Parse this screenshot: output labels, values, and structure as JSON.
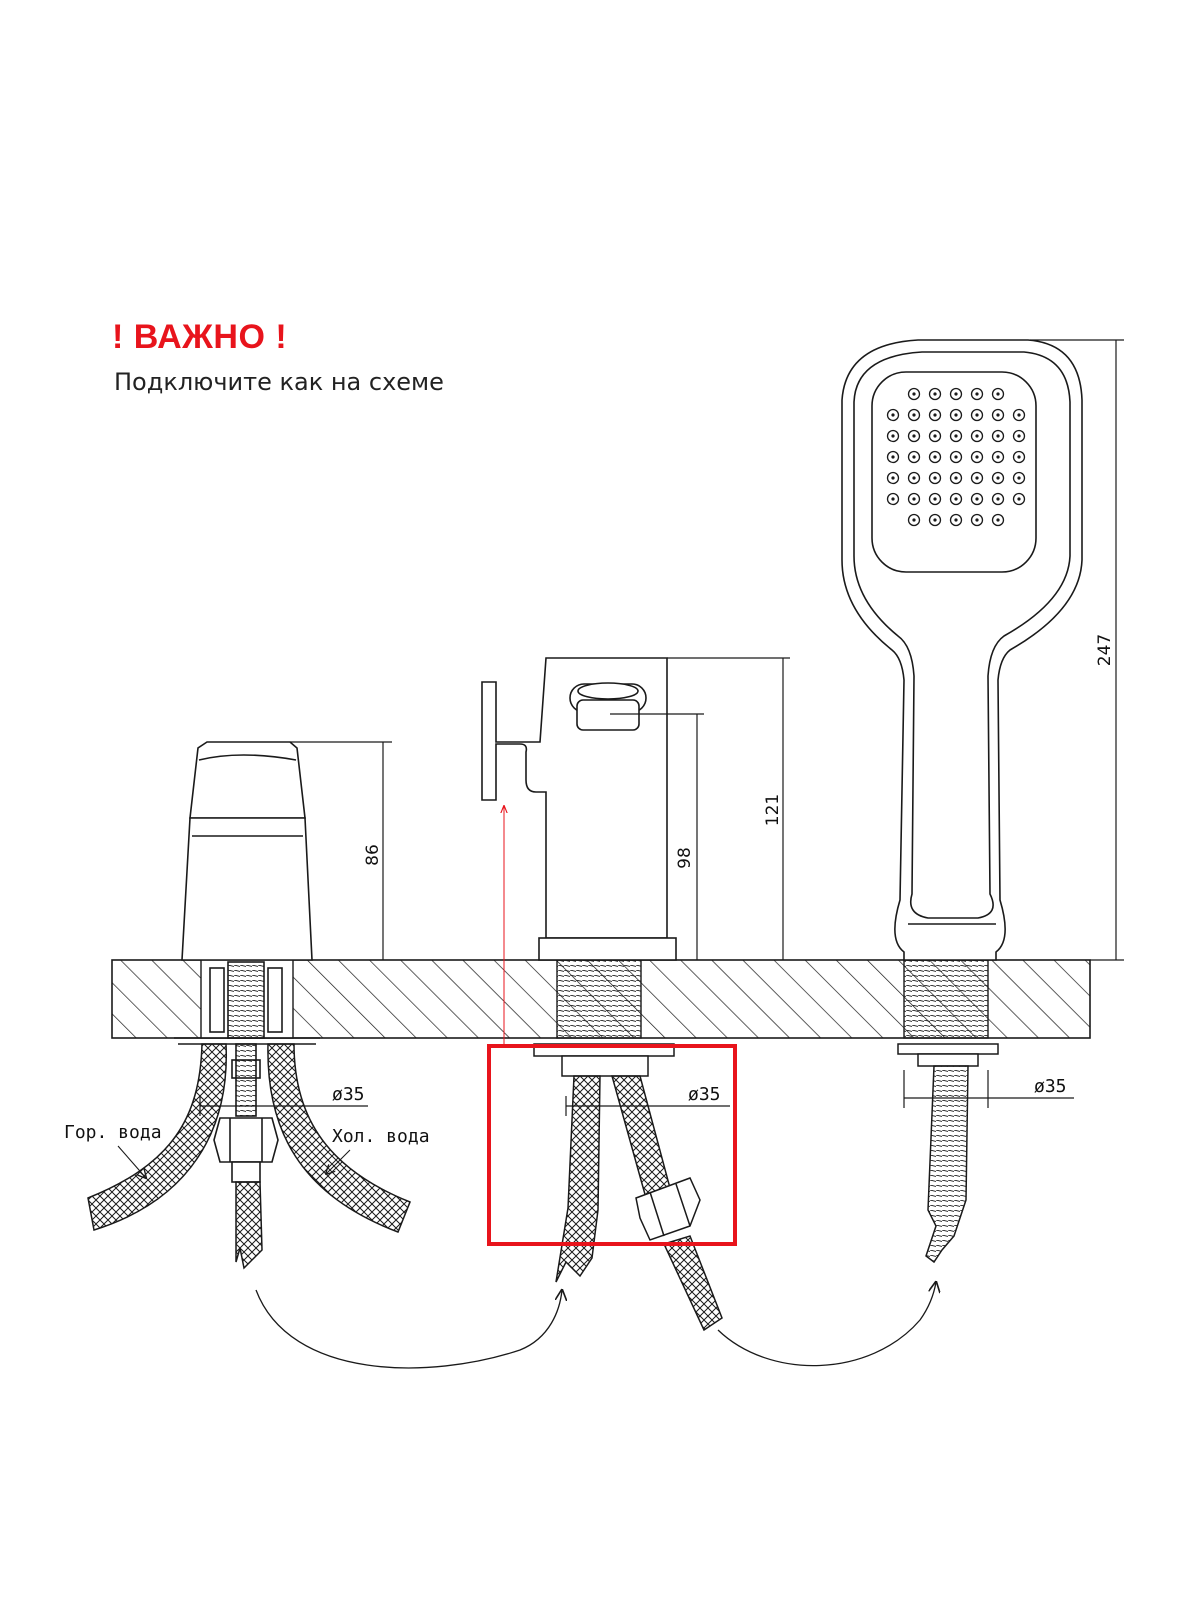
{
  "notice": {
    "title": "! ВАЖНО !",
    "subtitle": "Подключите как на схеме"
  },
  "labels": {
    "hot_water": "Гор. вода",
    "cold_water": "Хол. вода"
  },
  "dimensions": {
    "mixer_height": "86",
    "spout_height": "98",
    "switch_height": "121",
    "shower_height": "247",
    "bore_mixer": "ø35",
    "bore_switch": "ø35",
    "bore_shower": "ø35"
  },
  "colors": {
    "line": "#1a1a1a",
    "highlight": "#e8141c",
    "warning": "#e8141c"
  }
}
